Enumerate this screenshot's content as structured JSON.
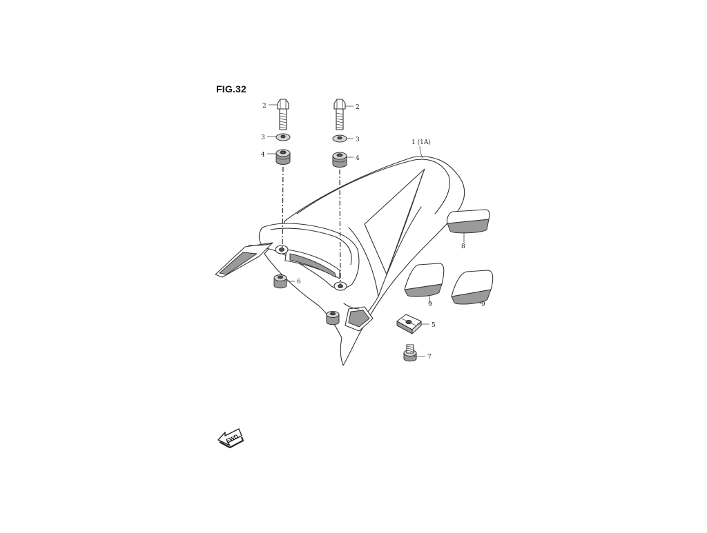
{
  "figure": {
    "title": "FIG.32"
  },
  "callouts": {
    "c1": "1 (1A)",
    "c2a": "2",
    "c2b": "2",
    "c3a": "3",
    "c3b": "3",
    "c4a": "4",
    "c4b": "4",
    "c5": "5",
    "c6": "6",
    "c7": "7",
    "c8": "8",
    "c9a": "9",
    "c9b": "9"
  },
  "fwd": {
    "label": "FWD"
  }
}
